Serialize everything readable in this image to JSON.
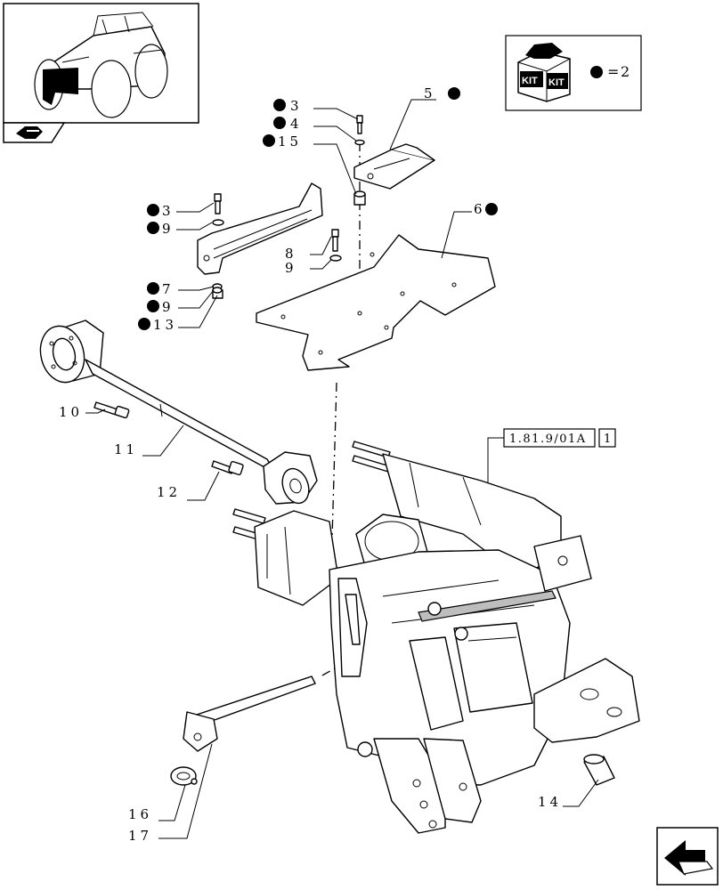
{
  "kit_box": {
    "kit_text_1": "KIT",
    "kit_text_2": "KIT",
    "equals": "=",
    "quantity": "2"
  },
  "reference_box": {
    "ref": "1.81.9/01A",
    "index": "1"
  },
  "callouts": [
    {
      "id": "c5",
      "text": "5",
      "dot": true
    },
    {
      "id": "c3a",
      "text": "3",
      "dot": true
    },
    {
      "id": "c4",
      "text": "4",
      "dot": true
    },
    {
      "id": "c15",
      "text": "15",
      "dot": true
    },
    {
      "id": "c6",
      "text": "6",
      "dot": true
    },
    {
      "id": "c3b",
      "text": "3",
      "dot": true
    },
    {
      "id": "c9a",
      "text": "9",
      "dot": true
    },
    {
      "id": "c8",
      "text": "8",
      "dot": false
    },
    {
      "id": "c9b",
      "text": "9",
      "dot": false
    },
    {
      "id": "c7",
      "text": "7",
      "dot": true
    },
    {
      "id": "c9c",
      "text": "9",
      "dot": true
    },
    {
      "id": "c13",
      "text": "13",
      "dot": true
    },
    {
      "id": "c10",
      "text": "10",
      "dot": false
    },
    {
      "id": "c11",
      "text": "11",
      "dot": false
    },
    {
      "id": "c12",
      "text": "12",
      "dot": false
    },
    {
      "id": "c14",
      "text": "14",
      "dot": false
    },
    {
      "id": "c16",
      "text": "16",
      "dot": false
    },
    {
      "id": "c17",
      "text": "17",
      "dot": false
    }
  ]
}
